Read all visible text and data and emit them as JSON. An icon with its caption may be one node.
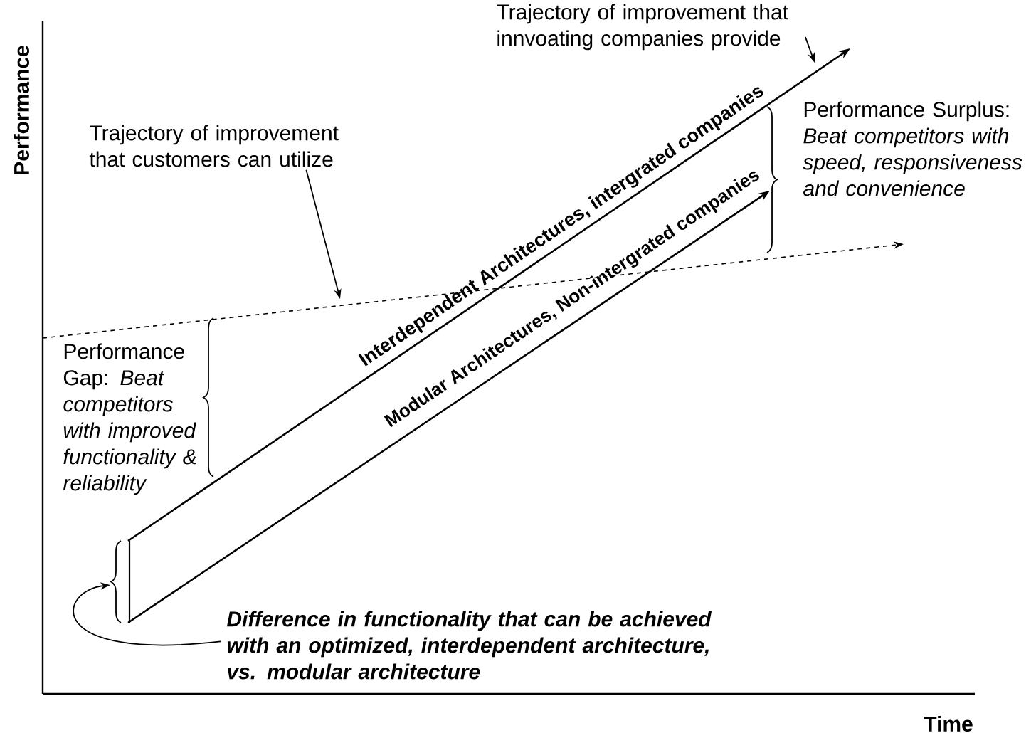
{
  "diagram": {
    "nodes": [
      {
        "text": [
          "Trajectory of improvement that customers can utilize"
        ]
      },
      {
        "text": [
          "Trajectory of improvement that innvoating companies provide"
        ]
      },
      {
        "text": [
          "Difference in functionality that can be achieved with an optimized, interdependent architecture, vs. modular architecture"
        ]
      }
    ],
    "edges": [
      {
        "from": 0,
        "to": null,
        "arrow": "to"
      },
      {
        "from": 1,
        "to": null,
        "arrow": "to"
      },
      {
        "from": 2,
        "to": null,
        "arrow": "to"
      }
    ],
    "labels": [
      "Performance",
      "Performance Surplus: *Beat competitors with speed, responsiveness and convenience*",
      "Interdependent Architectures, intergrated companies",
      "Performance Gap: *Beat competitors with improved functionality & reliability*",
      "Modular Architectures, Non-intergrated companies",
      "Time"
    ]
  }
}
